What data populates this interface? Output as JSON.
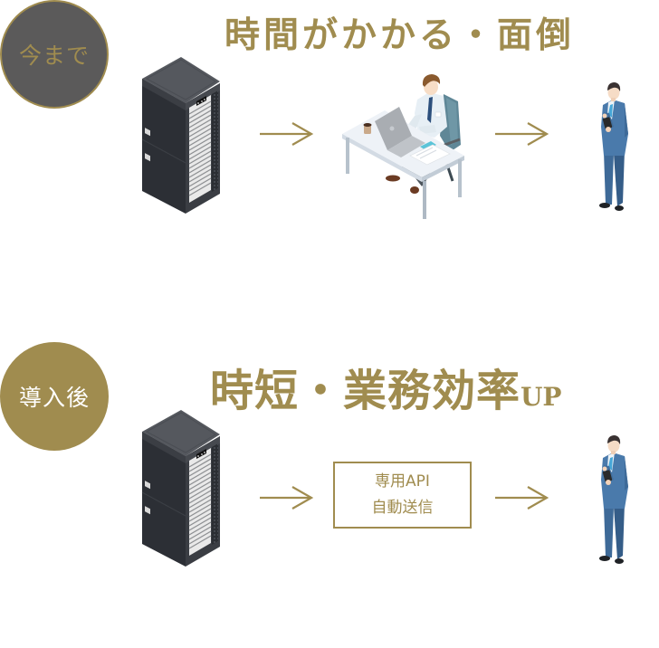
{
  "colors": {
    "gold": "#a08c4f",
    "badge_before_bg": "#5b5a5a",
    "badge_after_bg": "#a08c4f",
    "background": "#ffffff"
  },
  "before": {
    "badge_label": "今まで",
    "title": "時間がかかる・面倒",
    "flow": [
      "server-rack",
      "arrow-right",
      "office-worker-at-desk",
      "arrow-right",
      "businessman-with-phone"
    ]
  },
  "after": {
    "badge_label": "導入後",
    "title_main": "時短・業務効率",
    "title_sub": "UP",
    "api_box": {
      "line1": "専用API",
      "line2": "自動送信"
    },
    "flow": [
      "server-rack",
      "arrow-right",
      "api-box",
      "arrow-right",
      "businessman-with-phone"
    ]
  }
}
